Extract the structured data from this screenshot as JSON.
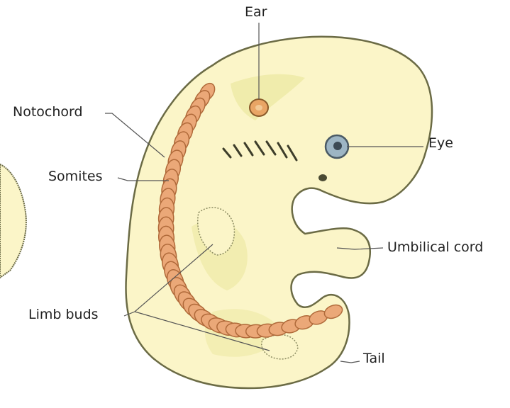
{
  "labels": {
    "ear": "Ear",
    "notochord": "Notochord",
    "somites": "Somites",
    "eye": "Eye",
    "umbilical_cord": "Umbilical cord",
    "limb_buds": "Limb buds",
    "tail": "Tail"
  },
  "colors": {
    "body": "#fbf5c8",
    "shadow": "#eeeaa5",
    "somite": "#eba878",
    "somite_dark": "#b06a3a",
    "ear": "#e9a565",
    "eye": "#9db5c4",
    "outline": "#6b6b45",
    "leader": "#555555",
    "text": "#222222"
  }
}
